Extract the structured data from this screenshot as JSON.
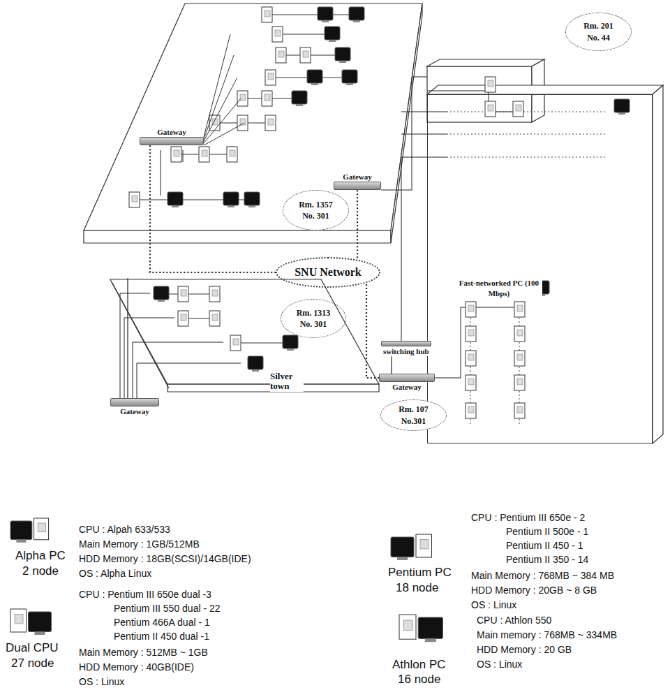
{
  "diagram": {
    "nodes": [
      {
        "text": [
          "Rm. 201 No. 44"
        ]
      },
      {
        "text": [
          "Gateway"
        ]
      },
      {
        "text": [
          "Rm. 1357 No. 301"
        ]
      },
      {
        "text": [
          "Gateway"
        ]
      },
      {
        "text": [
          "SNU Network"
        ]
      },
      {
        "text": [
          "Rm. 1313 No. 301"
        ]
      },
      {
        "text": [
          "Fast-networked PC (100 Mbps)"
        ]
      },
      {
        "text": [
          "switching hub"
        ]
      },
      {
        "text": [
          "Gateway"
        ]
      },
      {
        "text": [
          "Rm. 107 No.301"
        ]
      },
      {
        "text": [
          "Silver town"
        ]
      },
      {
        "text": [
          "Gateway"
        ]
      }
    ],
    "edges": [
      {
        "from": 1,
        "to": 4,
        "arrow": "none"
      },
      {
        "from": 3,
        "to": 4,
        "arrow": "none"
      },
      {
        "from": 8,
        "to": 4,
        "arrow": "none"
      },
      {
        "from": 7,
        "to": 8,
        "arrow": "none"
      },
      {
        "from": 11,
        "to": 10,
        "arrow": "none"
      }
    ],
    "labels": [
      "Alpha PC",
      "2 node",
      "CPU : Alpah 633/533",
      "Main Memory : 1GB/512MB",
      "HDD Memory : 18GB(SCSI)/14GB(IDE)",
      "OS : Alpha Linux",
      "Dual CPU",
      "27 node",
      "CPU : Pentium III 650e dual -3",
      "Pentium III 550 dual - 22",
      "Pentium 466A dual - 1",
      "Pentium II 450 dual -1",
      "Main Memory : 512MB ~ 1GB",
      "HDD Memory : 40GB(IDE)",
      "OS : Linux",
      "Pentium PC",
      "18 node",
      "CPU : Pentium III 650e - 2",
      "Pentium II 500e - 1",
      "Pentium II 450 - 1",
      "Pentium II 350 - 14",
      "Main Memory : 768MB ~ 384 MB",
      "HDD Memory : 20GB ~ 8 GB",
      "OS : Linux",
      "Athlon PC",
      "16 node",
      "CPU : Athlon 550",
      "Main memory : 768MB ~ 334MB",
      "HDD Memory : 20 GB",
      "OS : Linux"
    ]
  }
}
